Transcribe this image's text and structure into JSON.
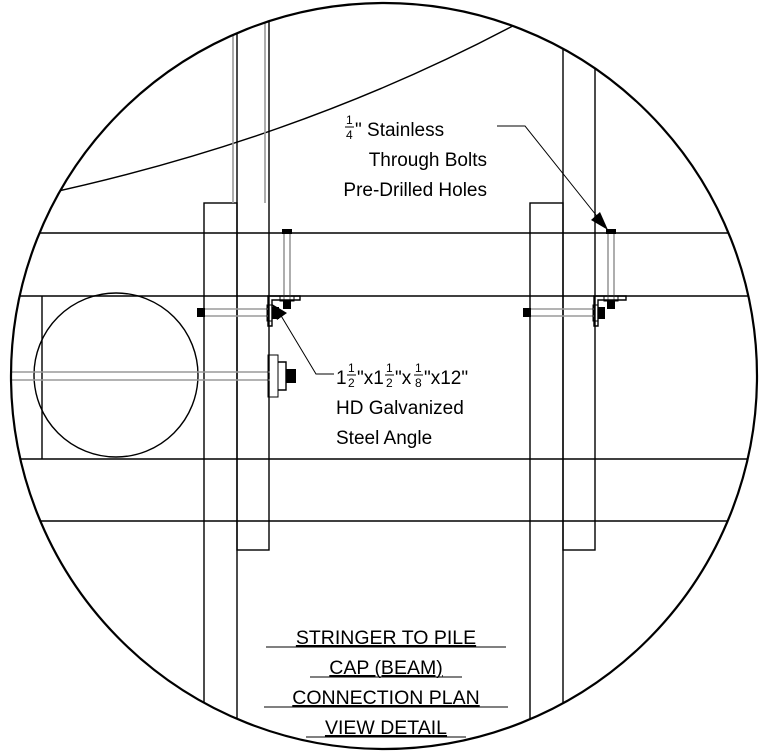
{
  "bolt_callout": {
    "fraction_num": "1",
    "fraction_den": "4",
    "line1_rest": "\" Stainless",
    "line2": "Through Bolts",
    "line3": "Pre-Drilled Holes"
  },
  "angle_callout": {
    "a_whole": "1",
    "a_num": "1",
    "a_den": "2",
    "b_text": "\"x1",
    "b_num": "1",
    "b_den": "2",
    "c_text": "\"x",
    "c_num": "1",
    "c_den": "8",
    "d_text": "\"x12\"",
    "line2": "HD Galvanized",
    "line3": "Steel Angle"
  },
  "detail_title": {
    "line1": "STRINGER TO PILE",
    "line2": "CAP (BEAM)",
    "line3": "CONNECTION PLAN",
    "line4": "VIEW DETAIL"
  },
  "colors": {
    "ink": "#000000",
    "grey_line": "#9a9a9a",
    "background": "#ffffff"
  }
}
